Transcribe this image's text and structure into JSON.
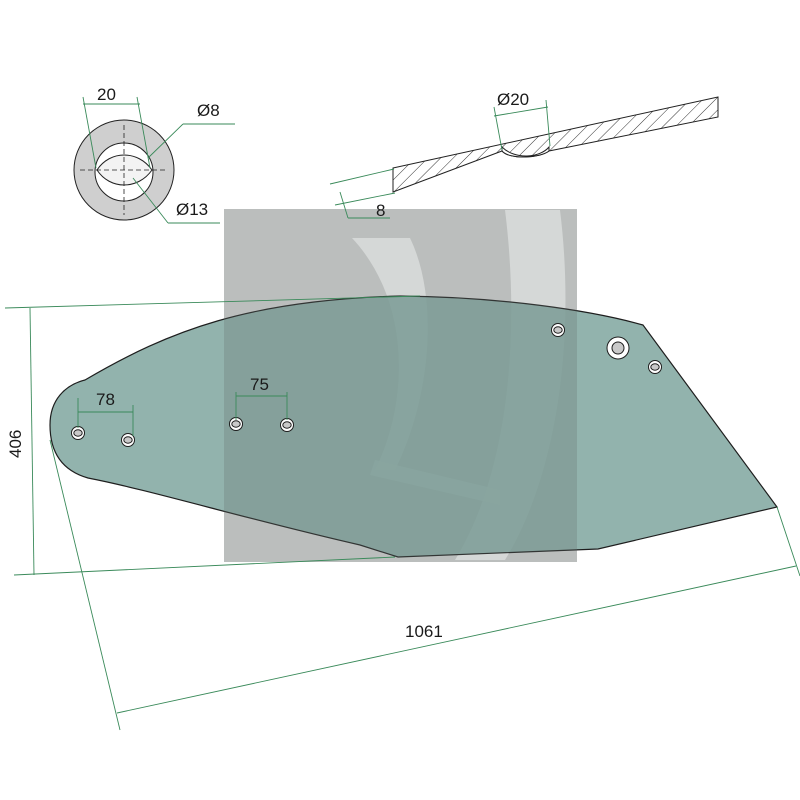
{
  "drawing": {
    "colors": {
      "blade_fill": "#7fa69f",
      "blade_stroke": "#1e1e1e",
      "dimension_line": "#3a8a5a",
      "watermark": "#d2d2d2",
      "watermark_shadow": "#7a7a7a",
      "hatch": "#333333"
    },
    "dimensions": {
      "hole_spacing_left": "78",
      "hole_spacing_middle": "75",
      "height": "406",
      "length": "1061",
      "bolt_head_width": "20",
      "bolt_inner_diameter": "Ø8",
      "bolt_outer_diameter": "Ø13",
      "section_countersink_diameter": "Ø20",
      "section_thickness": "8"
    }
  }
}
